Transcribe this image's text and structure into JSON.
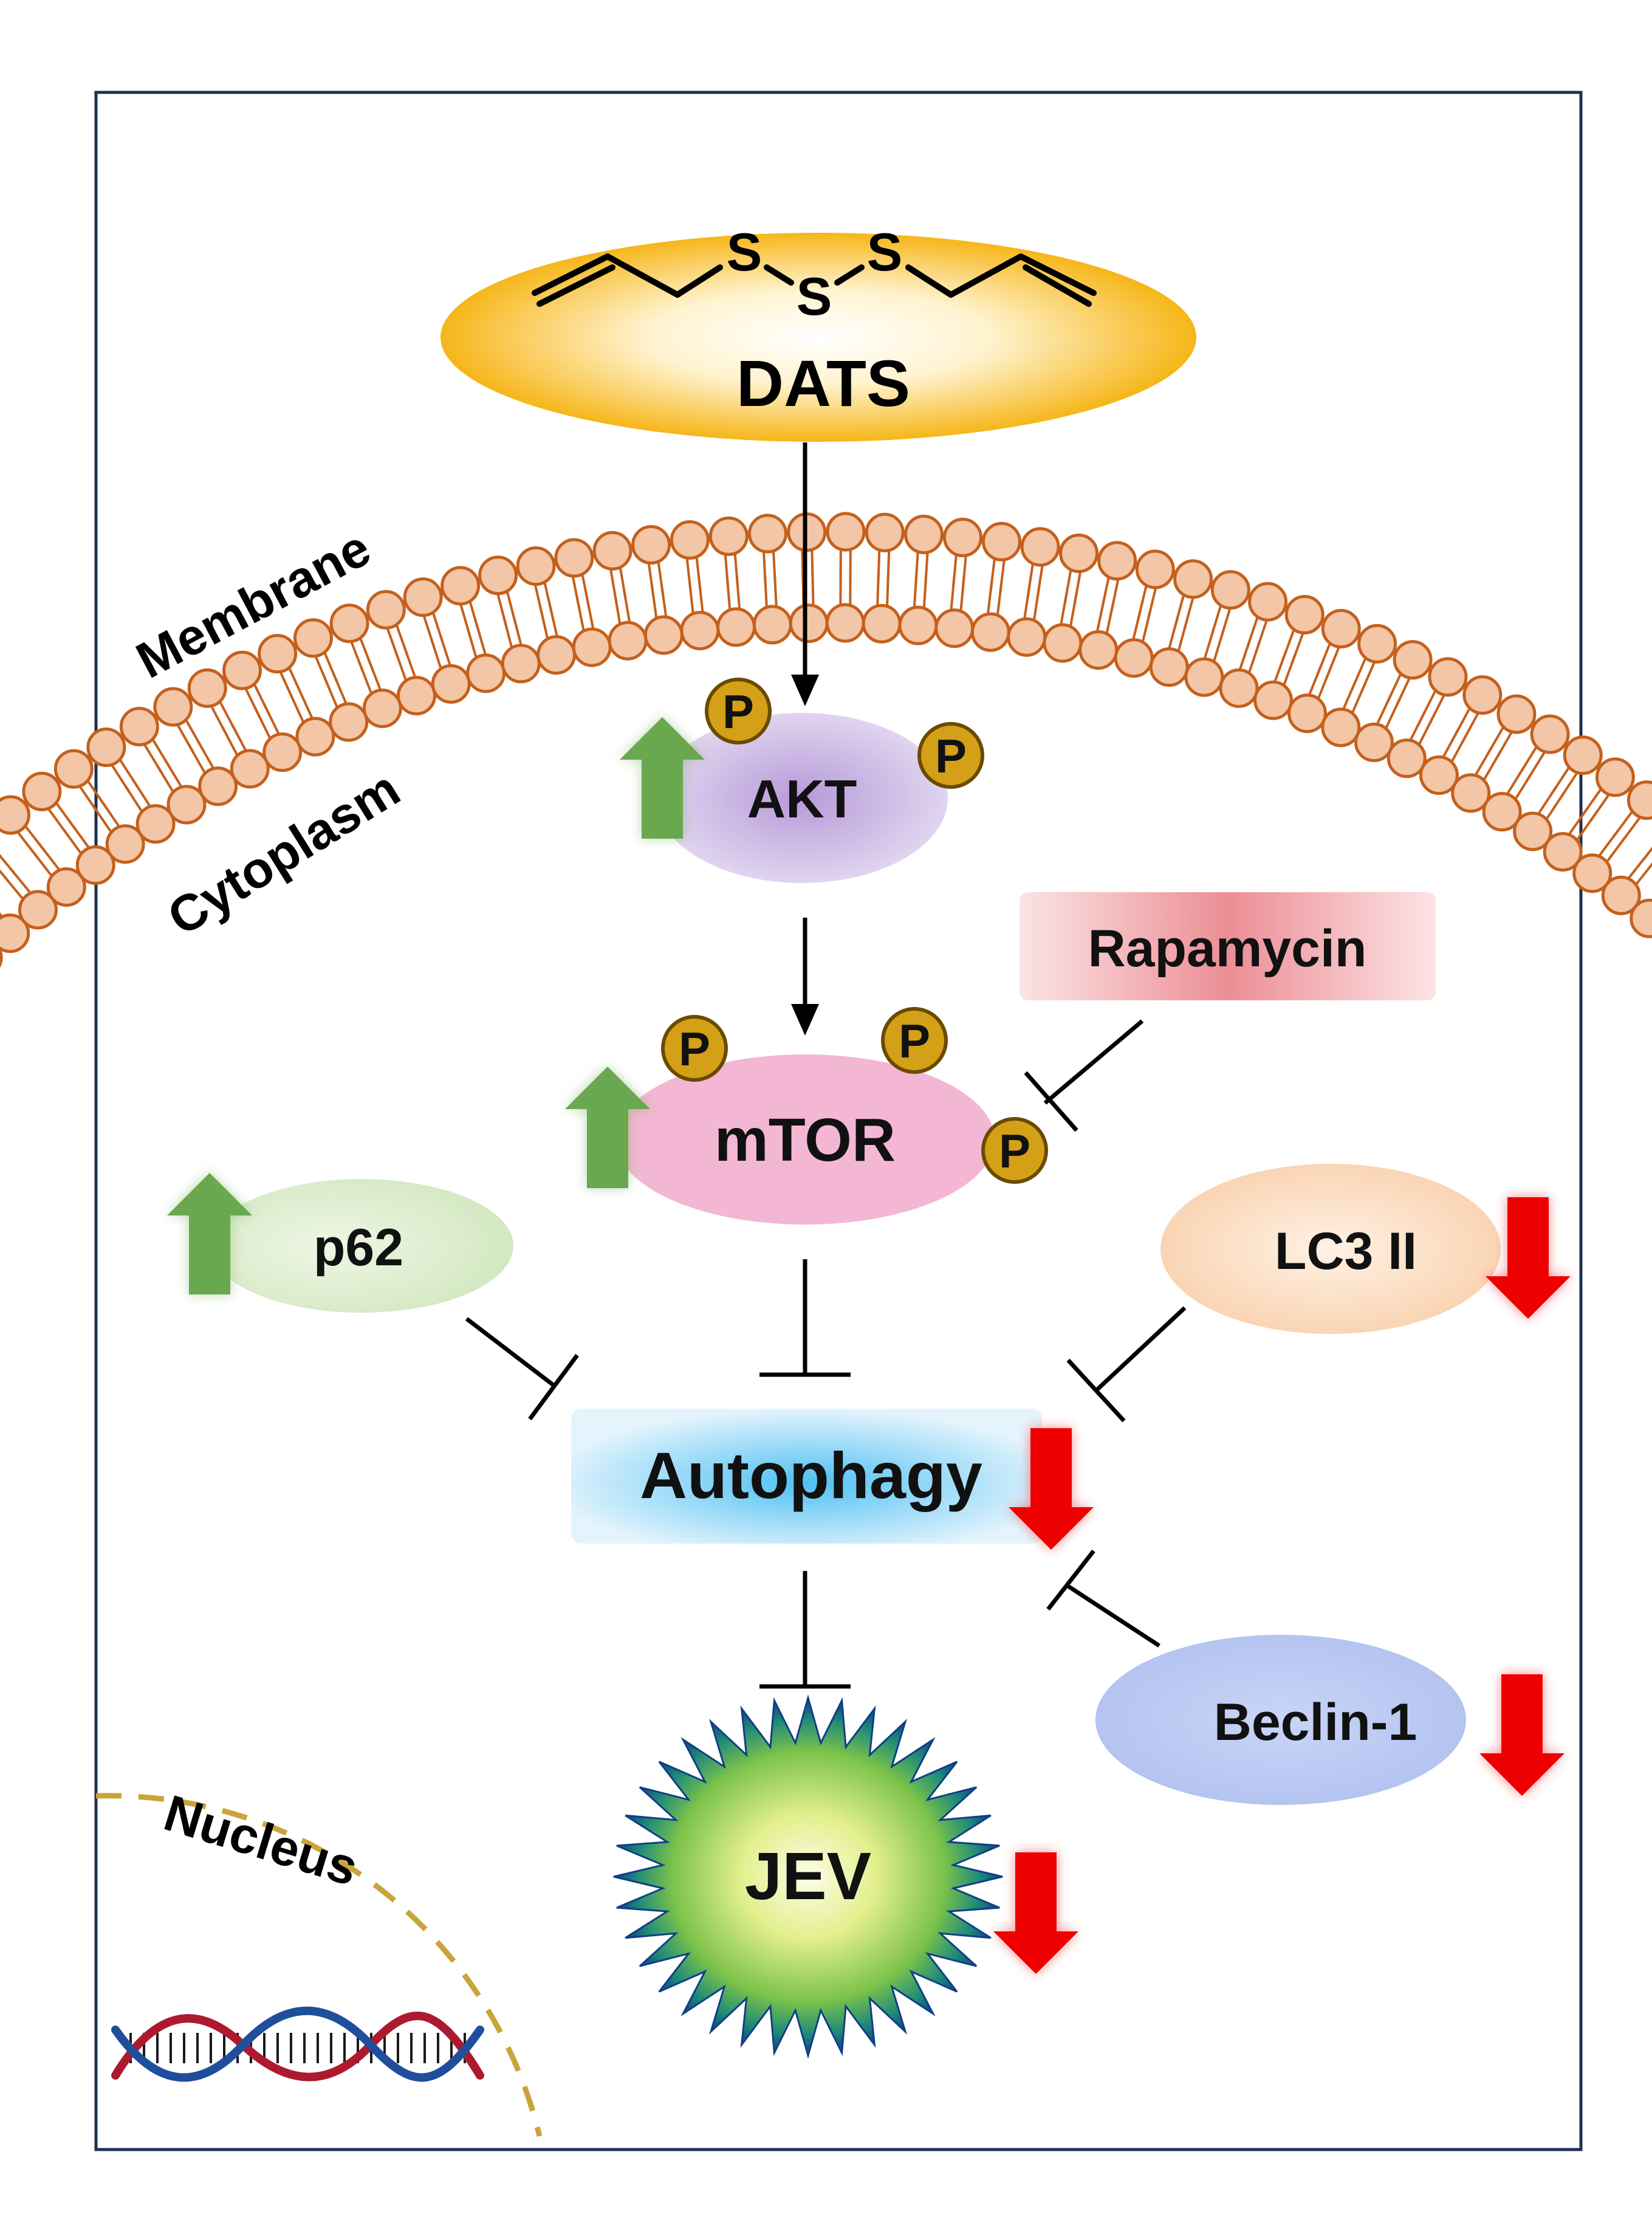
{
  "drug": {
    "name": "DATS",
    "sulfur_atoms": [
      "S",
      "S",
      "S"
    ]
  },
  "compartments": {
    "membrane": "Membrane",
    "cytoplasm": "Cytoplasm",
    "nucleus": "Nucleus"
  },
  "phospho_label": "P",
  "nodes": {
    "akt": "AKT",
    "mtor": "mTOR",
    "rapamycin": "Rapamycin",
    "p62": "p62",
    "lc3": "LC3 II",
    "autophagy": "Autophagy",
    "beclin": "Beclin-1",
    "jev": "JEV"
  },
  "regulation": {
    "akt": "up",
    "mtor": "up",
    "p62": "up",
    "lc3": "down",
    "autophagy": "down",
    "beclin": "down",
    "jev": "down"
  },
  "colors": {
    "frame": "#1f3050",
    "lipid_head": "#f2c6a6",
    "lipid_stroke": "#c4601c",
    "up_arrow": "#6aa84f",
    "down_arrow": "#ee0000",
    "phospho_fill": "#d4a017",
    "akt": "#c7b4e2",
    "mtor": "#f2b6d2",
    "rapamycin": "#ef8f96",
    "p62": "#d8ebc8",
    "lc3": "#fbd7b8",
    "autophagy": "#7dcdf5",
    "beclin": "#b8c8f2",
    "jev_core": "#d4e985",
    "nucleus_border": "#c9a43a"
  }
}
